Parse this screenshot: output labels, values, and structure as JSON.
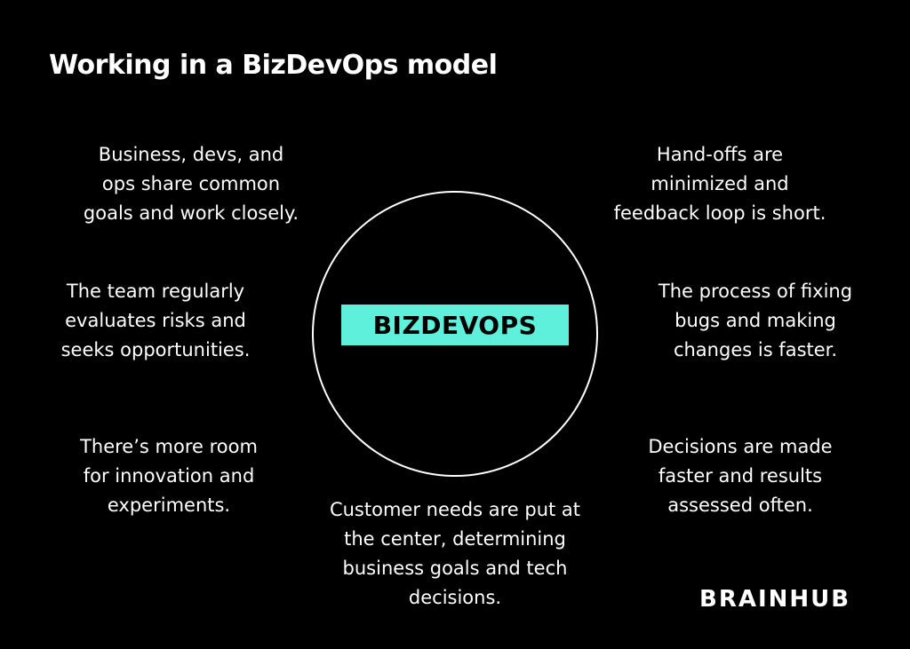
{
  "title": "Working in a BizDevOps model",
  "center_label": "BIZDEVOPS",
  "benefits": [
    "Business, devs, and\nops share common\ngoals and work closely.",
    "The team regularly\nevaluates risks and\nseeks opportunities.",
    "There’s more room\nfor innovation and\nexperiments.",
    "Hand-offs are\nminimized and\nfeedback loop is short.",
    "The process of fixing\nbugs and making\nchanges is faster.",
    "Decisions are made\nfaster and results\nassessed often.",
    "Customer needs are put at\nthe center, determining\nbusiness goals and tech\ndecisions."
  ],
  "brand": "BRAINHUB",
  "colors": {
    "background": "#000000",
    "text": "#ffffff",
    "accent": "#5ff0dc"
  }
}
